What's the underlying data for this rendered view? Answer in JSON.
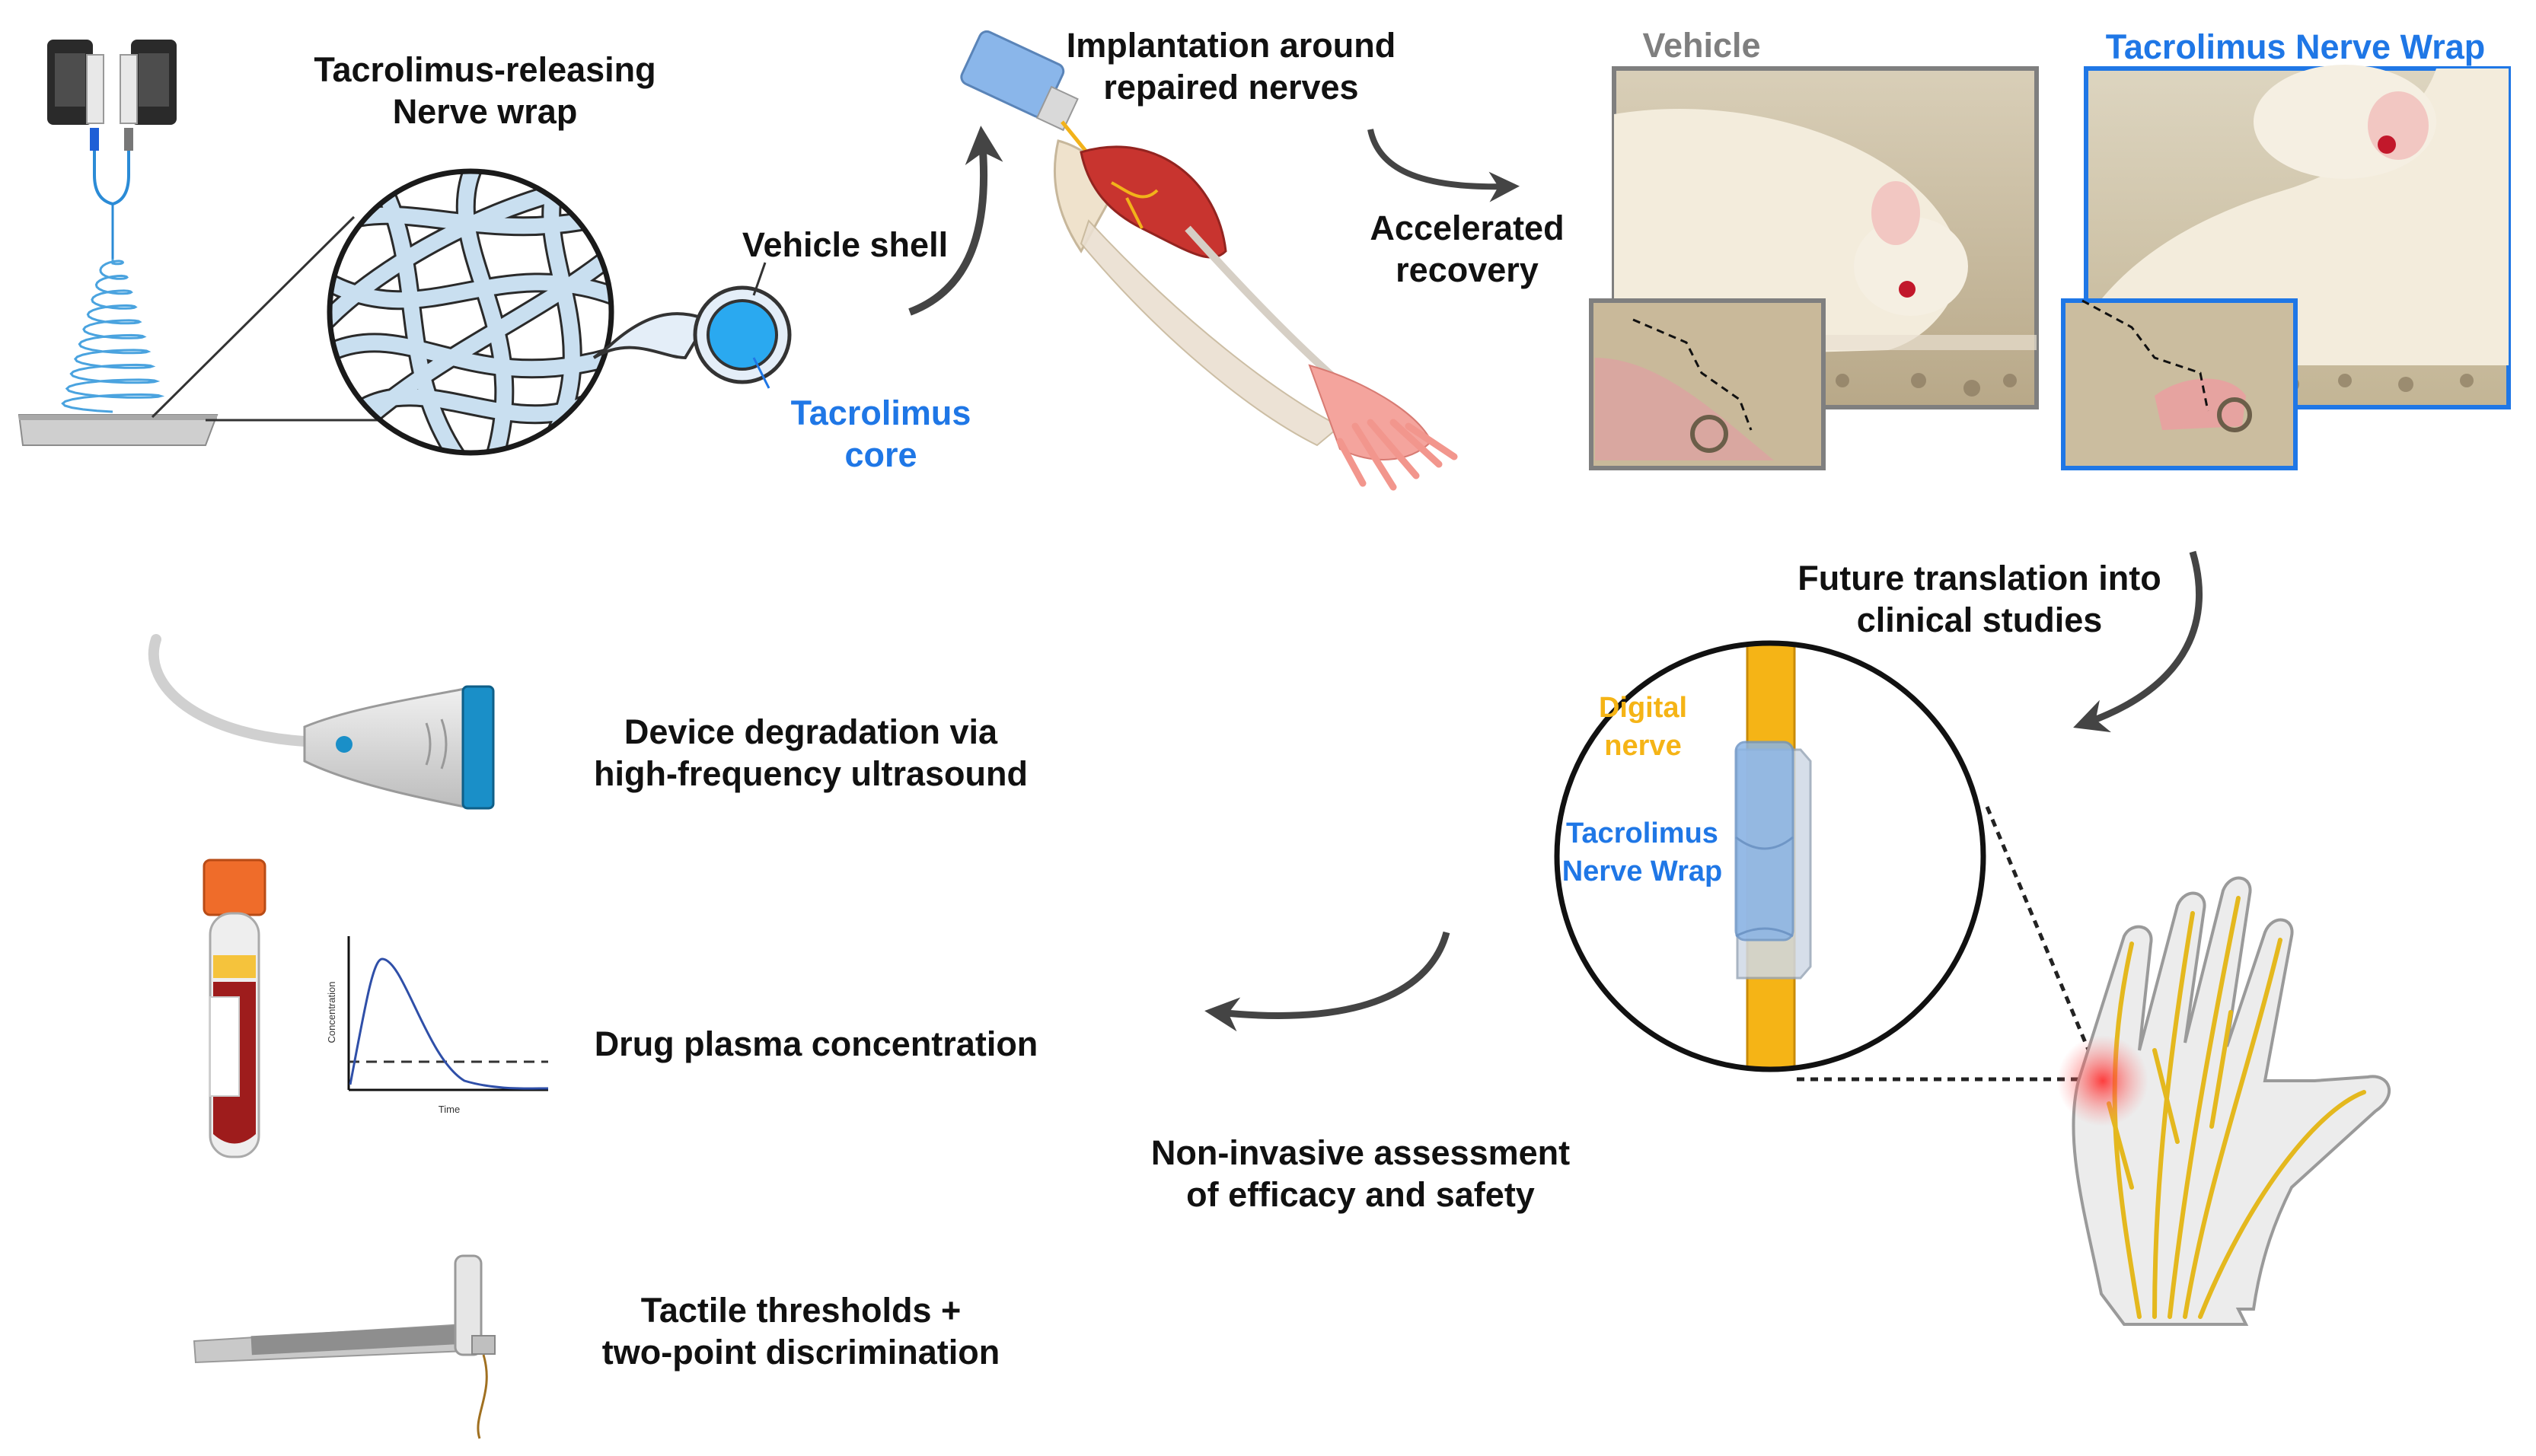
{
  "labels": {
    "wrap_title_1": "Tacrolimus-releasing",
    "wrap_title_2": "Nerve wrap",
    "vehicle_shell": "Vehicle shell",
    "core_1": "Tacrolimus",
    "core_2": "core",
    "implant_1": "Implantation around",
    "implant_2": "repaired nerves",
    "recovery_1": "Accelerated",
    "recovery_2": "recovery",
    "vehicle": "Vehicle",
    "tnw": "Tacrolimus Nerve Wrap",
    "future_1": "Future translation into",
    "future_2": "clinical studies",
    "digital_1": "Digital",
    "digital_2": "nerve",
    "tnw2_1": "Tacrolimus",
    "tnw2_2": "Nerve Wrap",
    "us_1": "Device degradation via",
    "us_2": "high-frequency ultrasound",
    "drug": "Drug plasma concentration",
    "tactile_1": "Tactile thresholds +",
    "tactile_2": "two-point discrimination",
    "noninv_1": "Non-invasive assessment",
    "noninv_2": "of efficacy and safety",
    "pk_ylabel": "Concentration",
    "pk_xlabel": "Time"
  },
  "colors": {
    "text": "#111111",
    "blue_text": "#1f77e6",
    "vehicle_gray": "#7f7f7f",
    "nerve_yellow": "#f5b416",
    "muscle_red": "#cc3f3a",
    "wrap_blue": "#9cc2e8",
    "ultrasound_blue": "#1a8fc8",
    "tube_orange": "#ef6c2a",
    "blood_red": "#9e1c1c",
    "arrow": "#444444"
  },
  "icons": [
    "electrospinning-setup-icon",
    "fiber-mesh-magnifier-icon",
    "conduit-cross-section-icon",
    "arm-anatomy-icon",
    "rat-photo-vehicle",
    "rat-photo-tacrolimus",
    "nerve-wrap-magnifier-icon",
    "hand-digital-nerves-icon",
    "ultrasound-probe-icon",
    "blood-tube-icon",
    "pk-curve-icon",
    "monofilament-icon"
  ]
}
